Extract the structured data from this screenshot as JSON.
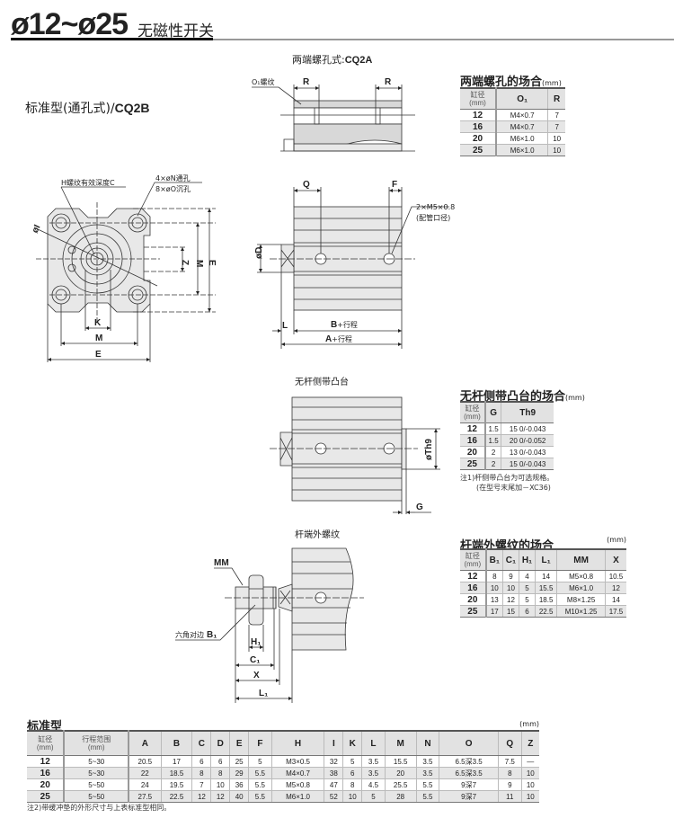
{
  "header": {
    "title": "ø12~ø25",
    "subtitle": "无磁性开关"
  },
  "section_standard": {
    "label": "标准型(通孔式)/",
    "model": "CQ2B"
  },
  "section_cq2a": {
    "label": "两端螺孔式:",
    "model": "CQ2A"
  },
  "drawing_labels": {
    "front": {
      "h_thread": "H螺纹有效深度C",
      "n_hole": "4×øN通孔",
      "o_hole": "8×øO沉孔",
      "I": "øI",
      "Z": "Z",
      "M_v": "M",
      "E_v": "E",
      "K": "K",
      "M_h": "M",
      "E_h": "E"
    },
    "cq2a": {
      "o1": "O₁螺纹",
      "R_left": "R",
      "R_right": "R"
    },
    "side": {
      "Q": "Q",
      "F": "F",
      "port": "2×M5×0.8",
      "port_note": "(配管口径)",
      "D": "øD",
      "L": "L",
      "B": "B",
      "B_suffix": "+行程",
      "A": "A",
      "A_suffix": "+行程"
    },
    "boss": {
      "title": "无杆侧带凸台",
      "Th9": "øTh9",
      "G": "G"
    },
    "rod": {
      "title": "杆端外螺纹",
      "MM": "MM",
      "hex": "六角对边",
      "B1": "B₁",
      "H1": "H₁",
      "C1": "C₁",
      "X": "X",
      "L1": "L₁"
    }
  },
  "tables": {
    "tapped": {
      "title": "两端螺孔的场合",
      "unit": "(mm)",
      "headers": [
        "缸径\n(mm)",
        "O₁",
        "R"
      ],
      "rows": [
        [
          "12",
          "M4×0.7",
          "7"
        ],
        [
          "16",
          "M4×0.7",
          "7"
        ],
        [
          "20",
          "M6×1.0",
          "10"
        ],
        [
          "25",
          "M6×1.0",
          "10"
        ]
      ]
    },
    "boss": {
      "title": "无杆侧带凸台的场合",
      "unit": "(mm)",
      "headers": [
        "缸径\n(mm)",
        "G",
        "Th9"
      ],
      "rows": [
        [
          "12",
          "1.5",
          "15 0/-0.043"
        ],
        [
          "16",
          "1.5",
          "20 0/-0.052"
        ],
        [
          "20",
          "2",
          "13 0/-0.043"
        ],
        [
          "25",
          "2",
          "15 0/-0.043"
        ]
      ],
      "notes": [
        "注1)杆侧带凸台为可选规格。",
        "(在型号末尾加－XC36)"
      ]
    },
    "rod_thread": {
      "title": "杆端外螺纹的场合",
      "unit": "(mm)",
      "headers": [
        "缸径\n(mm)",
        "B₁",
        "C₁",
        "H₁",
        "L₁",
        "MM",
        "X"
      ],
      "rows": [
        [
          "12",
          "8",
          "9",
          "4",
          "14",
          "M5×0.8",
          "10.5"
        ],
        [
          "16",
          "10",
          "10",
          "5",
          "15.5",
          "M6×1.0",
          "12"
        ],
        [
          "20",
          "13",
          "12",
          "5",
          "18.5",
          "M8×1.25",
          "14"
        ],
        [
          "25",
          "17",
          "15",
          "6",
          "22.5",
          "M10×1.25",
          "17.5"
        ]
      ]
    },
    "standard": {
      "title": "标准型",
      "unit": "(mm)",
      "headers": [
        "缸径\n(mm)",
        "行程范围\n(mm)",
        "A",
        "B",
        "C",
        "D",
        "E",
        "F",
        "H",
        "I",
        "K",
        "L",
        "M",
        "N",
        "O",
        "Q",
        "Z"
      ],
      "rows": [
        [
          "12",
          "5~30",
          "20.5",
          "17",
          "6",
          "6",
          "25",
          "5",
          "M3×0.5",
          "32",
          "5",
          "3.5",
          "15.5",
          "3.5",
          "6.5深3.5",
          "7.5",
          "—"
        ],
        [
          "16",
          "5~30",
          "22",
          "18.5",
          "8",
          "8",
          "29",
          "5.5",
          "M4×0.7",
          "38",
          "6",
          "3.5",
          "20",
          "3.5",
          "6.5深3.5",
          "8",
          "10"
        ],
        [
          "20",
          "5~50",
          "24",
          "19.5",
          "7",
          "10",
          "36",
          "5.5",
          "M5×0.8",
          "47",
          "8",
          "4.5",
          "25.5",
          "5.5",
          "9深7",
          "9",
          "10"
        ],
        [
          "25",
          "5~50",
          "27.5",
          "22.5",
          "12",
          "12",
          "40",
          "5.5",
          "M6×1.0",
          "52",
          "10",
          "5",
          "28",
          "5.5",
          "9深7",
          "11",
          "10"
        ]
      ],
      "note": "注2)带缓冲垫的外形尺寸与上表标准型相同。"
    }
  },
  "colors": {
    "body_fill": "#e8e8e8",
    "table_header": "#e2e2e2",
    "rule": "#111111"
  }
}
